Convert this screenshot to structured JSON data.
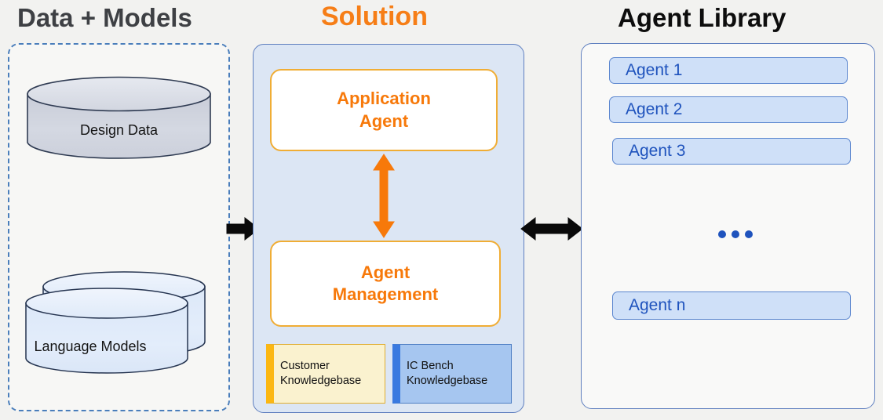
{
  "titles": {
    "data_models": "Data + Models",
    "solution": "Solution",
    "agent_library": "Agent Library"
  },
  "data_panel": {
    "cylinders": [
      {
        "label": "Design  Data",
        "style": "gray-blue",
        "icon": "database-cylinder-icon"
      },
      {
        "label": "Language Models",
        "style": "light-blue-stacked",
        "icon": "database-cylinder-stacked-icon"
      }
    ]
  },
  "solution_panel": {
    "cards": [
      {
        "line1": "Application",
        "line2": "Agent"
      },
      {
        "line1": "Agent",
        "line2": "Management"
      }
    ],
    "knowledgebases": [
      {
        "line1": "Customer",
        "line2": "Knowledgebase",
        "accent": "#fbb713",
        "fill": "#faf2cf"
      },
      {
        "line1": "IC Bench",
        "line2": "Knowledgebase",
        "accent": "#3a7ae0",
        "fill": "#a6c6f0"
      }
    ]
  },
  "library_panel": {
    "agents": [
      {
        "label": "Agent 1"
      },
      {
        "label": "Agent 2"
      },
      {
        "label": "Agent 3"
      },
      {
        "label": "Agent n"
      }
    ],
    "ellipsis": "• • •"
  },
  "arrows": {
    "data_to_solution": "arrow-right-icon",
    "app_agent_to_management": "double-arrow-vertical-icon",
    "solution_to_library": "double-arrow-horizontal-icon"
  },
  "colors": {
    "accent_orange": "#f7790a",
    "card_border_gold": "#f0ad35",
    "panel_blue_border": "#5f7fbf",
    "solution_fill": "#dce6f4",
    "agent_fill": "#cfe0f8",
    "agent_text": "#1f53bd",
    "dashed_border": "#4a7ebb",
    "background": "#f2f2f0"
  }
}
